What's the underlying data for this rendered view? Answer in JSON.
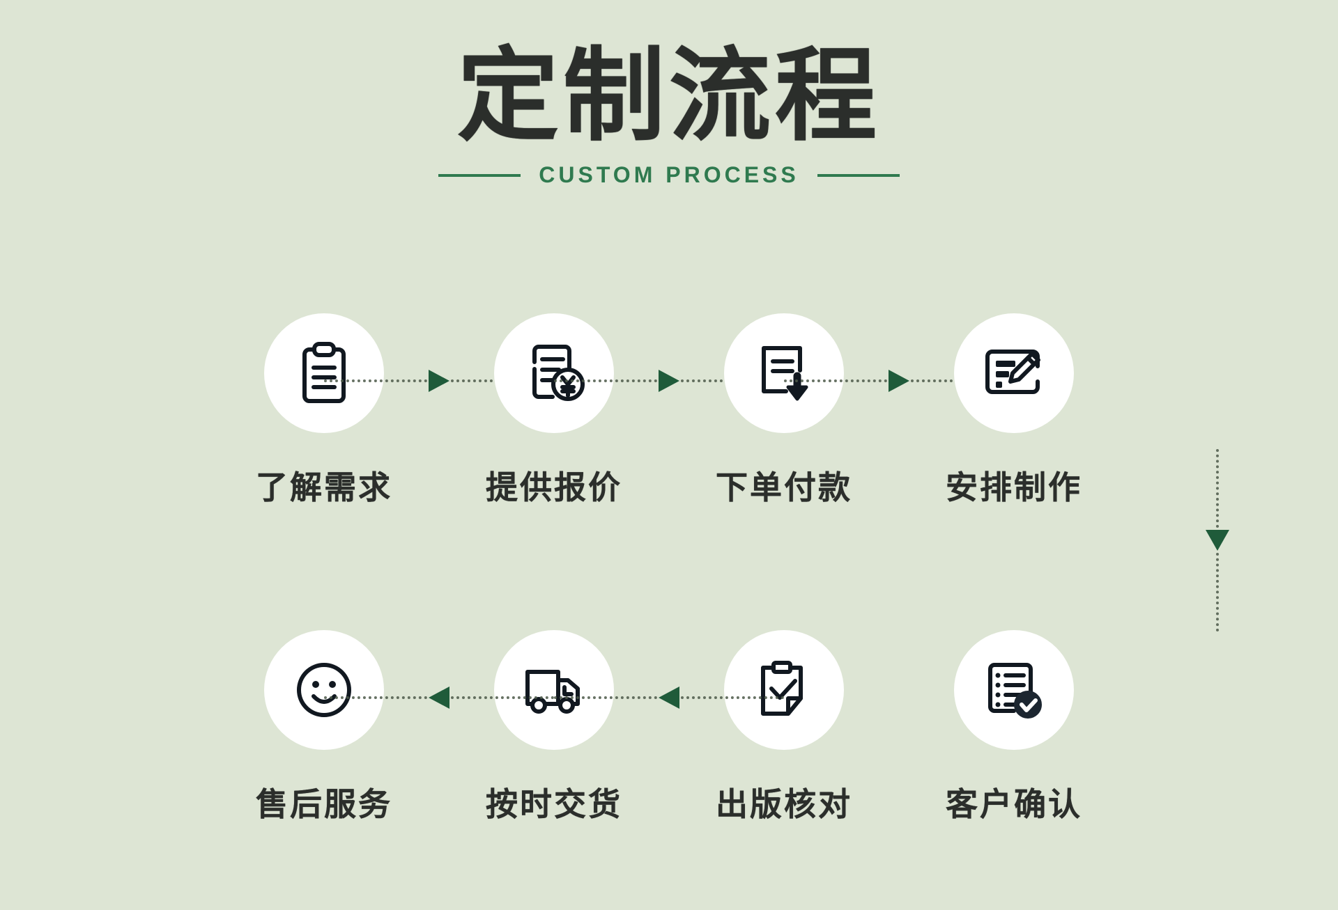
{
  "header": {
    "title": "定制流程",
    "subtitle": "CUSTOM PROCESS"
  },
  "colors": {
    "background": "#dde5d4",
    "title": "#2b2e2b",
    "accent_green": "#2f7a4f",
    "arrow_green": "#1f5b3a",
    "circle": "#ffffff",
    "icon": "#111820",
    "dotted_line": "#4d5a4a"
  },
  "rows": [
    {
      "direction": "left-to-right",
      "steps": [
        {
          "index": "1",
          "label": "了解需求",
          "icon": "clipboard-lines-icon"
        },
        {
          "index": "2",
          "label": "提供报价",
          "icon": "document-yen-coin-icon"
        },
        {
          "index": "3",
          "label": "下单付款",
          "icon": "document-down-arrow-icon"
        },
        {
          "index": "4",
          "label": "安排制作",
          "icon": "list-pencil-edit-icon"
        }
      ]
    },
    {
      "direction": "right-to-left",
      "steps": [
        {
          "index": "8",
          "label": "售后服务",
          "icon": "smiley-face-icon"
        },
        {
          "index": "7",
          "label": "按时交货",
          "icon": "delivery-truck-clock-icon"
        },
        {
          "index": "6",
          "label": "出版核对",
          "icon": "clipboard-check-icon"
        },
        {
          "index": "5",
          "label": "客户确认",
          "icon": "checklist-verified-icon"
        }
      ]
    }
  ]
}
